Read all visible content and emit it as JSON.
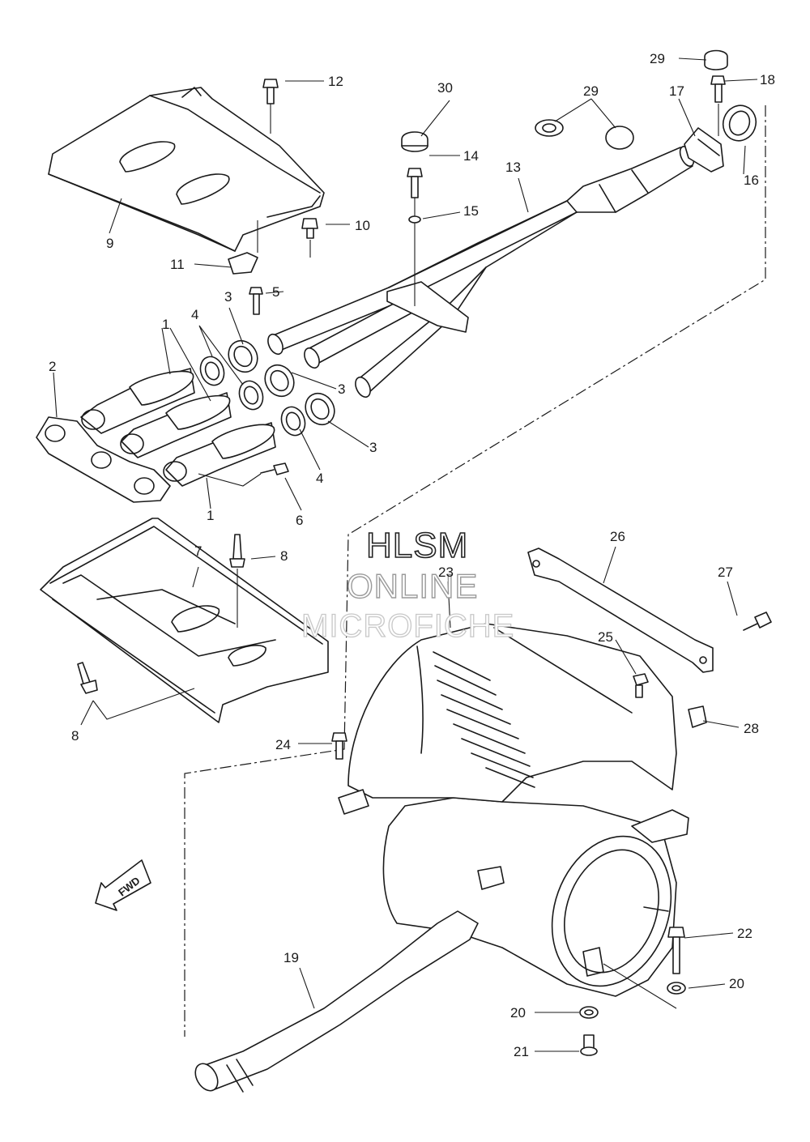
{
  "watermark": {
    "line1": "HLSM",
    "line2": "ONLINE",
    "line3": "MICROFICHE"
  },
  "direction_arrow": {
    "label": "FWD"
  },
  "callouts": {
    "c1a": "1",
    "c1b": "1",
    "c2": "2",
    "c3a": "3",
    "c3b": "3",
    "c3c": "3",
    "c4a": "4",
    "c4b": "4",
    "c5": "5",
    "c6": "6",
    "c7": "7",
    "c8a": "8",
    "c8b": "8",
    "c9": "9",
    "c10": "10",
    "c11": "11",
    "c12": "12",
    "c13": "13",
    "c14": "14",
    "c15": "15",
    "c16": "16",
    "c17": "17",
    "c18": "18",
    "c19": "19",
    "c20a": "20",
    "c20b": "20",
    "c21": "21",
    "c22": "22",
    "c23": "23",
    "c24": "24",
    "c25": "25",
    "c26": "26",
    "c27": "27",
    "c28": "28",
    "c29a": "29",
    "c29b": "29",
    "c30": "30"
  }
}
